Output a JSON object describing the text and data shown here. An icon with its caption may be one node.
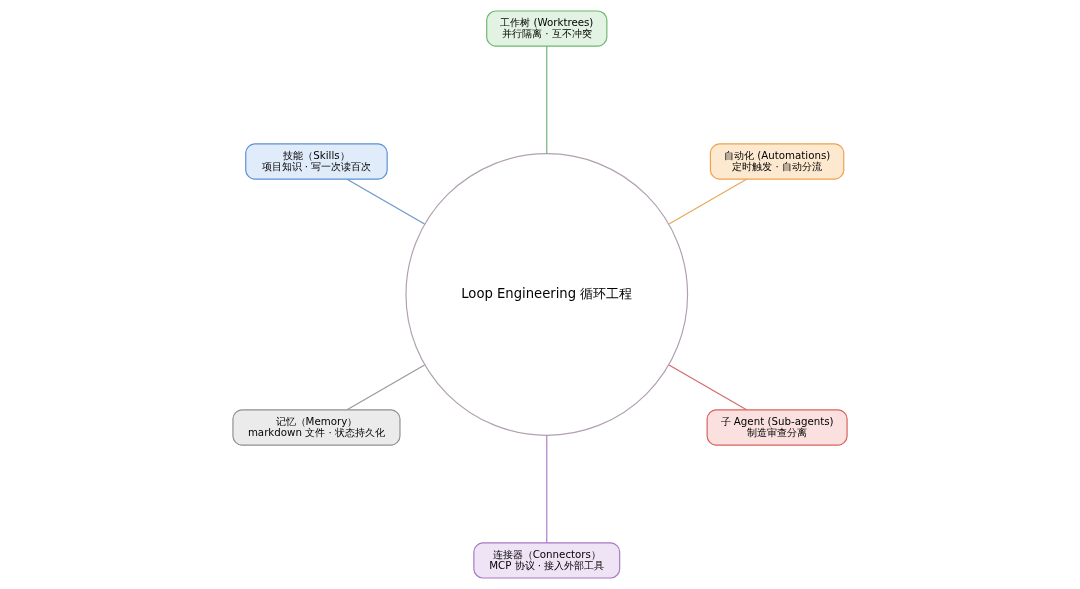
{
  "diagram": {
    "nodes": [
      {
        "text": [
          "自动化 (Automations)",
          "定时触发 · 自动分流"
        ]
      },
      {
        "text": [
          "子 Agent (Sub-agents)",
          "制造审查分离"
        ]
      },
      {
        "text": [
          "工作树 (Worktrees)",
          "并行隔离 · 互不冲突"
        ]
      },
      {
        "text": [
          "Loop Engineering 循环工程"
        ]
      },
      {
        "text": [
          "连接器（Connectors）",
          "MCP 协议 · 接入外部工具"
        ]
      },
      {
        "text": [
          "技能（Skills）",
          "项目知识 · 写一次读百次"
        ]
      },
      {
        "text": [
          "记忆（Memory）",
          "markdown 文件 · 状态持久化"
        ]
      }
    ],
    "edges": [
      {
        "from": 3,
        "to": 0,
        "arrow": "none",
        "color": "#e8a85c"
      },
      {
        "from": 3,
        "to": 1,
        "arrow": "none",
        "color": "#d46a6a"
      },
      {
        "from": 3,
        "to": 2,
        "arrow": "none",
        "color": "#6db47a"
      },
      {
        "from": 3,
        "to": 4,
        "arrow": "none",
        "color": "#b07cc6"
      },
      {
        "from": 3,
        "to": 5,
        "arrow": "none",
        "color": "#6a97cc"
      },
      {
        "from": 3,
        "to": 6,
        "arrow": "none",
        "color": "#9a9a9a"
      }
    ]
  }
}
